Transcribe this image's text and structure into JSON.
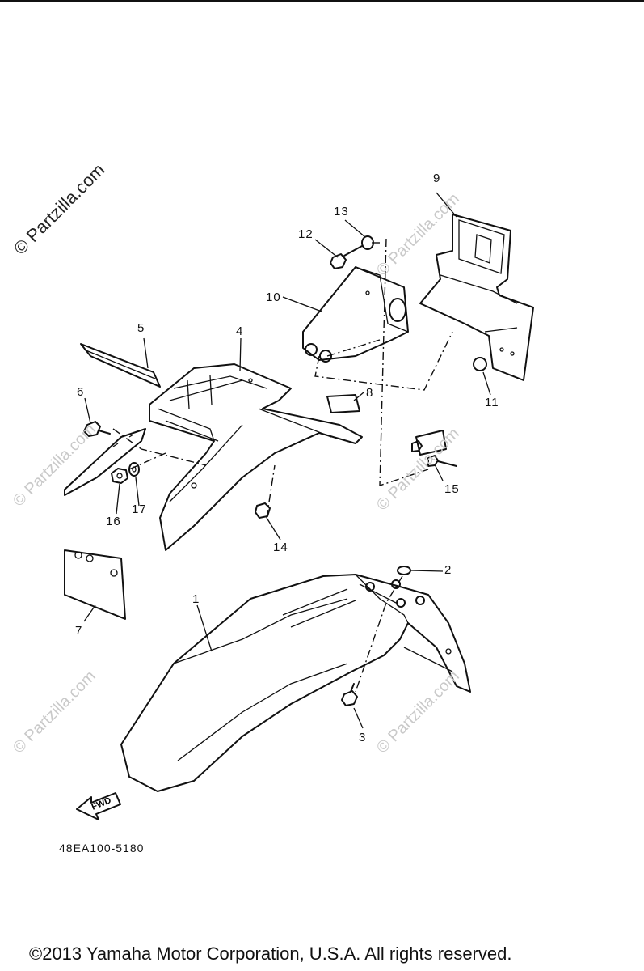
{
  "watermark": {
    "primary": "© Partzilla.com",
    "faint": "© Partzilla.com"
  },
  "callouts": {
    "c1": "1",
    "c2": "2",
    "c3": "3",
    "c4": "4",
    "c5": "5",
    "c6": "6",
    "c7": "7",
    "c8": "8",
    "c9": "9",
    "c10": "10",
    "c11": "11",
    "c12": "12",
    "c13": "13",
    "c14": "14",
    "c15": "15",
    "c16": "16",
    "c17": "17"
  },
  "fwd_arrow": {
    "label": "FWD",
    "icon": "fwd-arrow-icon"
  },
  "diagram_code": "48EA100-5180",
  "copyright": "©2013 Yamaha Motor Corporation, U.S.A. All rights reserved."
}
